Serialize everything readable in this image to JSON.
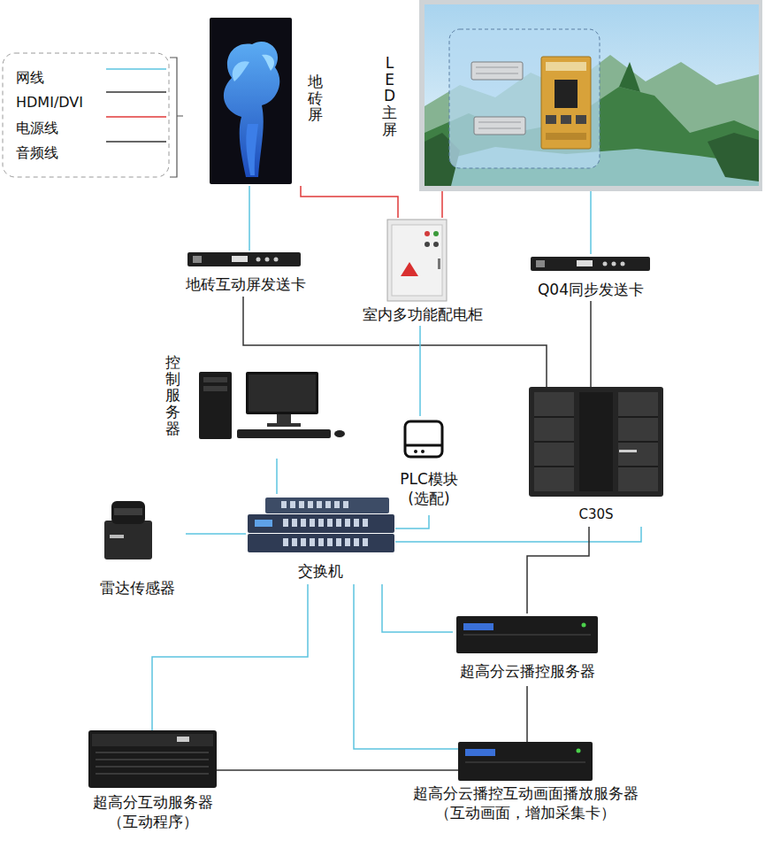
{
  "diagram": {
    "nodes": [
      {
        "text": [
          "地砖屏"
        ]
      },
      {
        "text": [
          "LED主屏"
        ]
      },
      {
        "text": [
          "地砖互动屏发送卡"
        ]
      },
      {
        "text": [
          "室内多功能配电柜"
        ]
      },
      {
        "text": [
          "Q04同步发送卡"
        ]
      },
      {
        "text": [
          "控制服务器"
        ]
      },
      {
        "text": [
          "PLC模块 (选配)"
        ]
      },
      {
        "text": [
          "C30S"
        ]
      },
      {
        "text": [
          "雷达传感器"
        ]
      },
      {
        "text": [
          "交换机"
        ]
      },
      {
        "text": [
          "超高分云播控服务器"
        ]
      },
      {
        "text": [
          "超高分互动服务器 （互动程序）"
        ]
      },
      {
        "text": [
          "超高分云播控互动画面播放服务器 （互动画面，增加采集卡）"
        ]
      }
    ],
    "edges": [
      {
        "from": 0,
        "to": 2,
        "arrow": "none"
      },
      {
        "from": 0,
        "to": 3,
        "arrow": "none"
      },
      {
        "from": 1,
        "to": 3,
        "arrow": "none"
      },
      {
        "from": 1,
        "to": 4,
        "arrow": "none"
      },
      {
        "from": 2,
        "to": 7,
        "arrow": "none"
      },
      {
        "from": 4,
        "to": 7,
        "arrow": "none"
      },
      {
        "from": 3,
        "to": 6,
        "arrow": "none"
      },
      {
        "from": 6,
        "to": 9,
        "arrow": "none"
      },
      {
        "from": 5,
        "to": 9,
        "arrow": "none"
      },
      {
        "from": 8,
        "to": 9,
        "arrow": "none"
      },
      {
        "from": 9,
        "to": 7,
        "arrow": "none"
      },
      {
        "from": 7,
        "to": 10,
        "arrow": "none"
      },
      {
        "from": 9,
        "to": 10,
        "arrow": "none"
      },
      {
        "from": 9,
        "to": 11,
        "arrow": "none"
      },
      {
        "from": 9,
        "to": 12,
        "arrow": "none"
      },
      {
        "from": 10,
        "to": 12,
        "arrow": "none"
      },
      {
        "from": 11,
        "to": 12,
        "arrow": "none"
      }
    ],
    "legend": [
      {
        "text": "网线"
      },
      {
        "text": "HDMI/DVI"
      },
      {
        "text": "电源线"
      },
      {
        "text": "音频线"
      }
    ]
  }
}
